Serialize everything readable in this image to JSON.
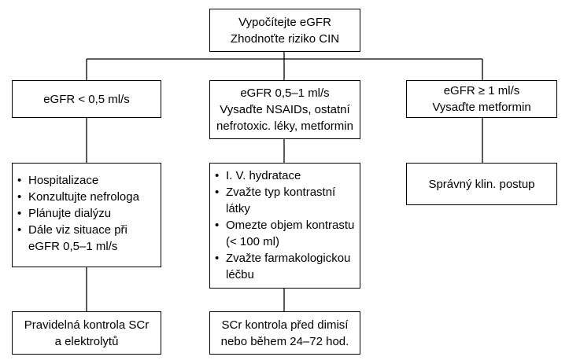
{
  "top": {
    "line1": "Vypočítejte eGFR",
    "line2": "Zhodnoťte riziko CIN"
  },
  "left": {
    "header": "eGFR < 0,5 ml/s",
    "items": [
      [
        "Hospitalizace"
      ],
      [
        "Konzultujte nefrologa"
      ],
      [
        "Plánujte dialýzu"
      ],
      [
        "Dále viz situace při",
        "eGFR 0,5–1 ml/s"
      ]
    ],
    "footer": {
      "line1": "Pravidelná kontrola SCr",
      "line2": "a elektrolytů"
    }
  },
  "middle": {
    "header": {
      "line1": "eGFR 0,5–1 ml/s",
      "line2": "Vysaďte NSAIDs, ostatní",
      "line3": "nefrotoxic. léky, metformin"
    },
    "items": [
      [
        "I. V. hydratace"
      ],
      [
        "Zvažte typ kontrastní",
        "látky"
      ],
      [
        "Omezte objem kontrastu",
        "(< 100 ml)"
      ],
      [
        "Zvažte farmakologickou",
        "léčbu"
      ]
    ],
    "footer": {
      "line1": "SCr kontrola před dimisí",
      "line2": "nebo během 24–72 hod."
    }
  },
  "right": {
    "header": {
      "line1": "eGFR ≥ 1 ml/s",
      "line2": "Vysaďte metformin"
    },
    "action": "Správný klin. postup"
  }
}
